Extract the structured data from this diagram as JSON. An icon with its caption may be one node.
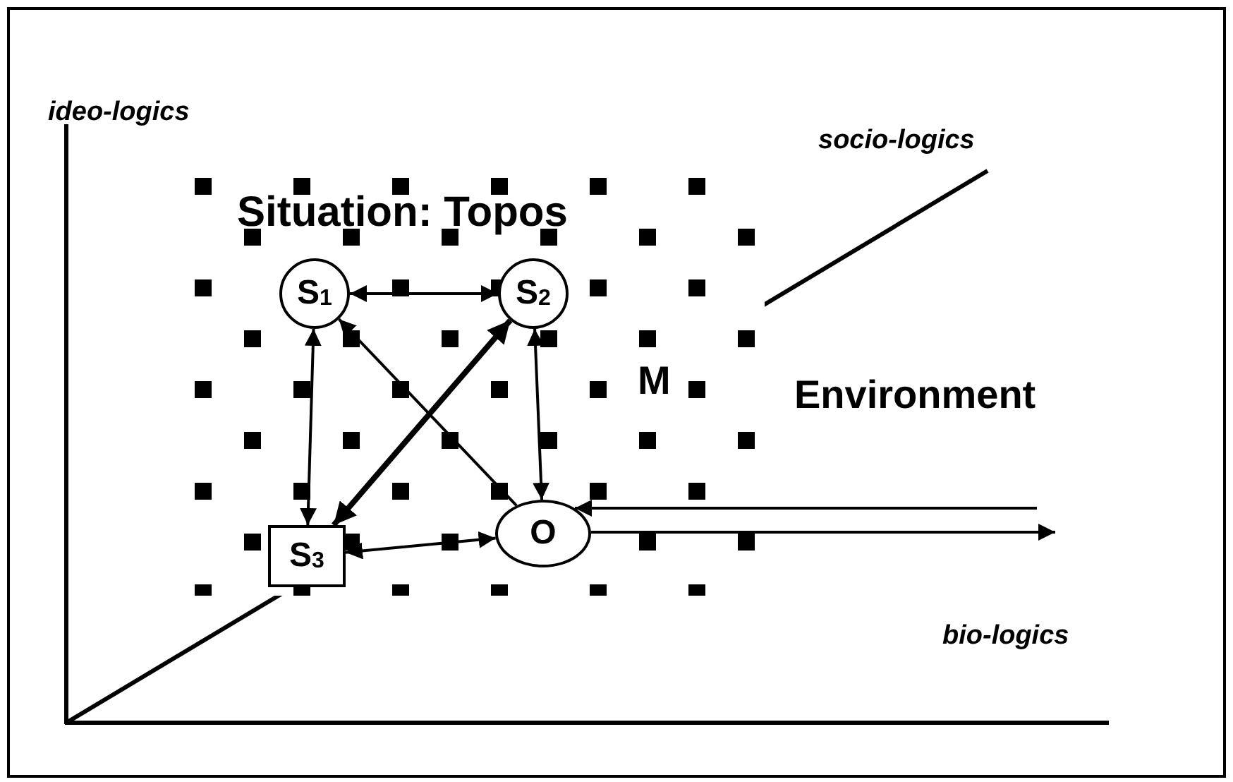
{
  "diagram": {
    "nodes": [
      {
        "text": [
          "Situation: Topos"
        ]
      },
      {
        "text": [
          "S$_{1}$"
        ],
        "in": 0
      },
      {
        "text": [
          "S$_{2}$"
        ],
        "in": 0
      },
      {
        "text": [
          "S$_{3}$"
        ],
        "in": 0
      },
      {
        "text": [
          "O"
        ],
        "in": 0
      }
    ],
    "edges": [
      {
        "from": 1,
        "to": 2,
        "arrow": "both"
      },
      {
        "from": 1,
        "to": 3,
        "arrow": "both"
      },
      {
        "from": 4,
        "to": 1,
        "arrow": "to"
      },
      {
        "from": 2,
        "to": 3,
        "arrow": "both",
        "style": "thick"
      },
      {
        "from": 2,
        "to": 4,
        "arrow": "both"
      },
      {
        "from": 3,
        "to": 4,
        "arrow": "both"
      },
      {
        "from": null,
        "to": 4,
        "arrow": "to"
      },
      {
        "from": 4,
        "to": null,
        "arrow": "to"
      }
    ],
    "labels": [
      "ideo-logics",
      "socio-logics",
      "M",
      "Environment",
      "bio-logics"
    ]
  }
}
